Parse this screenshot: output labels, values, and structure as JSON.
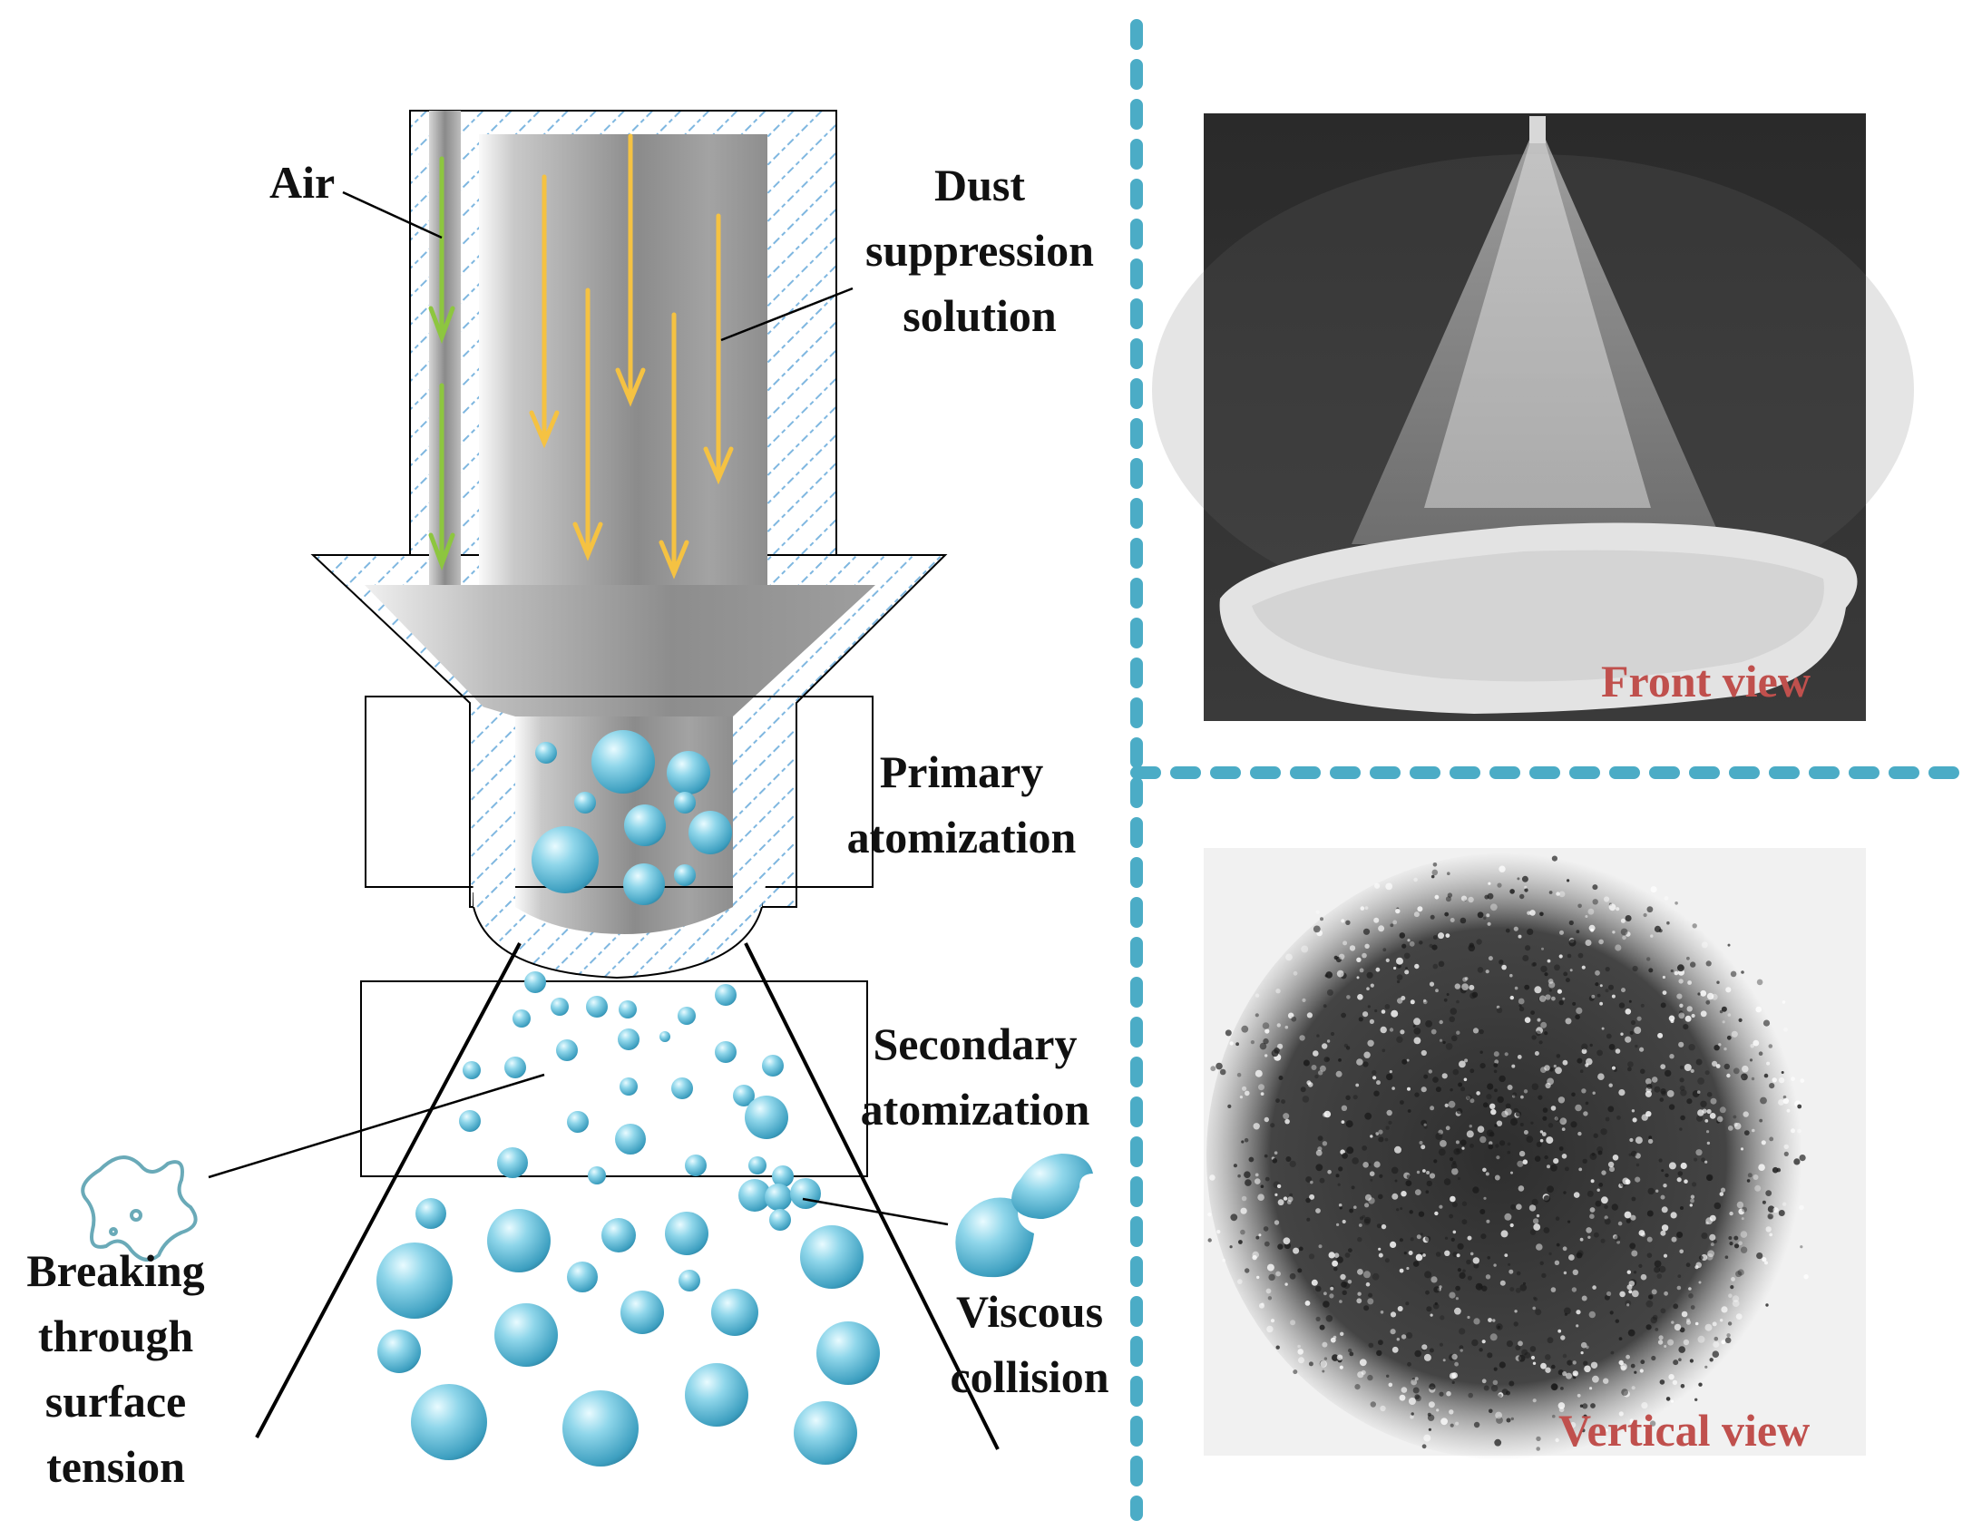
{
  "labels": {
    "air": "Air",
    "dust": [
      "Dust",
      "suppression",
      "solution"
    ],
    "primary": [
      "Primary",
      "atomization"
    ],
    "secondary": [
      "Secondary",
      "atomization"
    ],
    "breaking": [
      "Breaking",
      "through",
      "surface",
      "tension"
    ],
    "viscous": [
      "Viscous",
      "collision"
    ],
    "front_view": "Front view",
    "vertical_view": "Vertical view"
  },
  "colors": {
    "divider": "#4bacc6",
    "caption": "#c0504d",
    "air_arrow": "#8dc63f",
    "liquid_arrow": "#f5c242",
    "droplet": "#5bc0de",
    "hatch": "#7fb7e0"
  }
}
